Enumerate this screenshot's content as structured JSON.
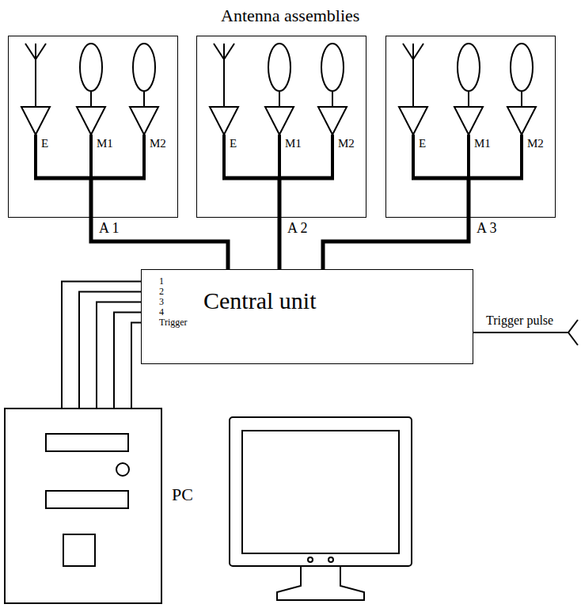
{
  "diagram": {
    "title": "Antenna assemblies",
    "nodes": [
      {
        "text": [
          "E",
          "M1",
          "M2"
        ]
      },
      {
        "text": [
          "E",
          "M1",
          "M2"
        ]
      },
      {
        "text": [
          "E",
          "M1",
          "M2"
        ]
      },
      {
        "text": [
          "Central unit",
          "1",
          "2",
          "3",
          "4",
          "Trigger"
        ]
      },
      {
        "text": [
          "PC"
        ]
      }
    ],
    "edges": [
      {
        "from": 0,
        "to": 3,
        "label": "A 1",
        "arrow": "none"
      },
      {
        "from": 1,
        "to": 3,
        "label": "A 2",
        "arrow": "none"
      },
      {
        "from": 2,
        "to": 3,
        "label": "A 3",
        "arrow": "none"
      },
      {
        "from": 3,
        "to": 4,
        "arrow": "none"
      },
      {
        "from": 3,
        "to": 4,
        "arrow": "none"
      },
      {
        "from": 3,
        "to": 4,
        "arrow": "none"
      },
      {
        "from": 3,
        "to": 4,
        "arrow": "none"
      },
      {
        "from": 3,
        "to": 4,
        "arrow": "none"
      }
    ],
    "labels": [
      "Trigger pulse"
    ]
  }
}
